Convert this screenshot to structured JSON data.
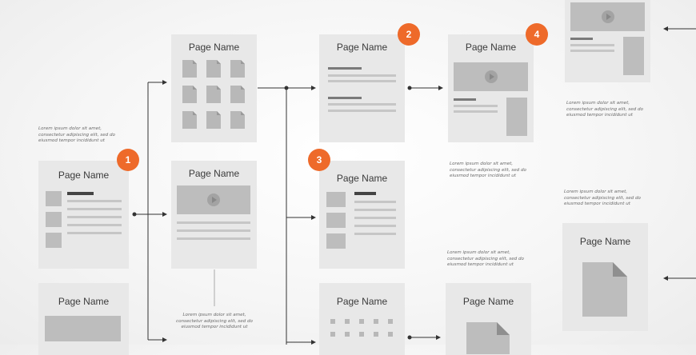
{
  "page_title": "Page Name",
  "lorem": "Lorem ipsum dolor sit amet,\nconsectetur adipiscing elit, sed do\neiusmod tempor incididunt ut",
  "badges": [
    "1",
    "2",
    "3",
    "4"
  ],
  "colors": {
    "badge": "#ee6a2a",
    "page": "#e8e8e8",
    "element": "#bdbdbd",
    "line": "#333333"
  },
  "icons": {
    "video": "play-icon",
    "file": "document-icon"
  }
}
